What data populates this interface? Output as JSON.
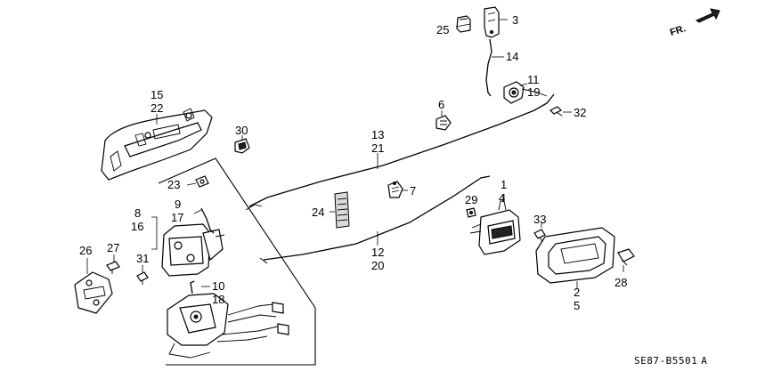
{
  "diagram": {
    "direction_marker": "FR.",
    "diagram_code": "SE87-B5501",
    "diagram_code_suffix": "A",
    "callouts": [
      {
        "id": "c25",
        "text": "25"
      },
      {
        "id": "c3",
        "text": "3"
      },
      {
        "id": "c14",
        "text": "14"
      },
      {
        "id": "c11",
        "text": "11"
      },
      {
        "id": "c19",
        "text": "19"
      },
      {
        "id": "c32",
        "text": "32"
      },
      {
        "id": "c15",
        "text": "15"
      },
      {
        "id": "c22",
        "text": "22"
      },
      {
        "id": "c30",
        "text": "30"
      },
      {
        "id": "c6",
        "text": "6"
      },
      {
        "id": "c13",
        "text": "13"
      },
      {
        "id": "c21",
        "text": "21"
      },
      {
        "id": "c23",
        "text": "23"
      },
      {
        "id": "c9",
        "text": "9"
      },
      {
        "id": "c17",
        "text": "17"
      },
      {
        "id": "c8",
        "text": "8"
      },
      {
        "id": "c16",
        "text": "16"
      },
      {
        "id": "c7",
        "text": "7"
      },
      {
        "id": "c24",
        "text": "24"
      },
      {
        "id": "c1",
        "text": "1"
      },
      {
        "id": "c4",
        "text": "4"
      },
      {
        "id": "c29",
        "text": "29"
      },
      {
        "id": "c33",
        "text": "33"
      },
      {
        "id": "c26",
        "text": "26"
      },
      {
        "id": "c27",
        "text": "27"
      },
      {
        "id": "c31",
        "text": "31"
      },
      {
        "id": "c12",
        "text": "12"
      },
      {
        "id": "c20",
        "text": "20"
      },
      {
        "id": "c10",
        "text": "10"
      },
      {
        "id": "c18",
        "text": "18"
      },
      {
        "id": "c2",
        "text": "2"
      },
      {
        "id": "c5",
        "text": "5"
      },
      {
        "id": "c28",
        "text": "28"
      }
    ]
  }
}
